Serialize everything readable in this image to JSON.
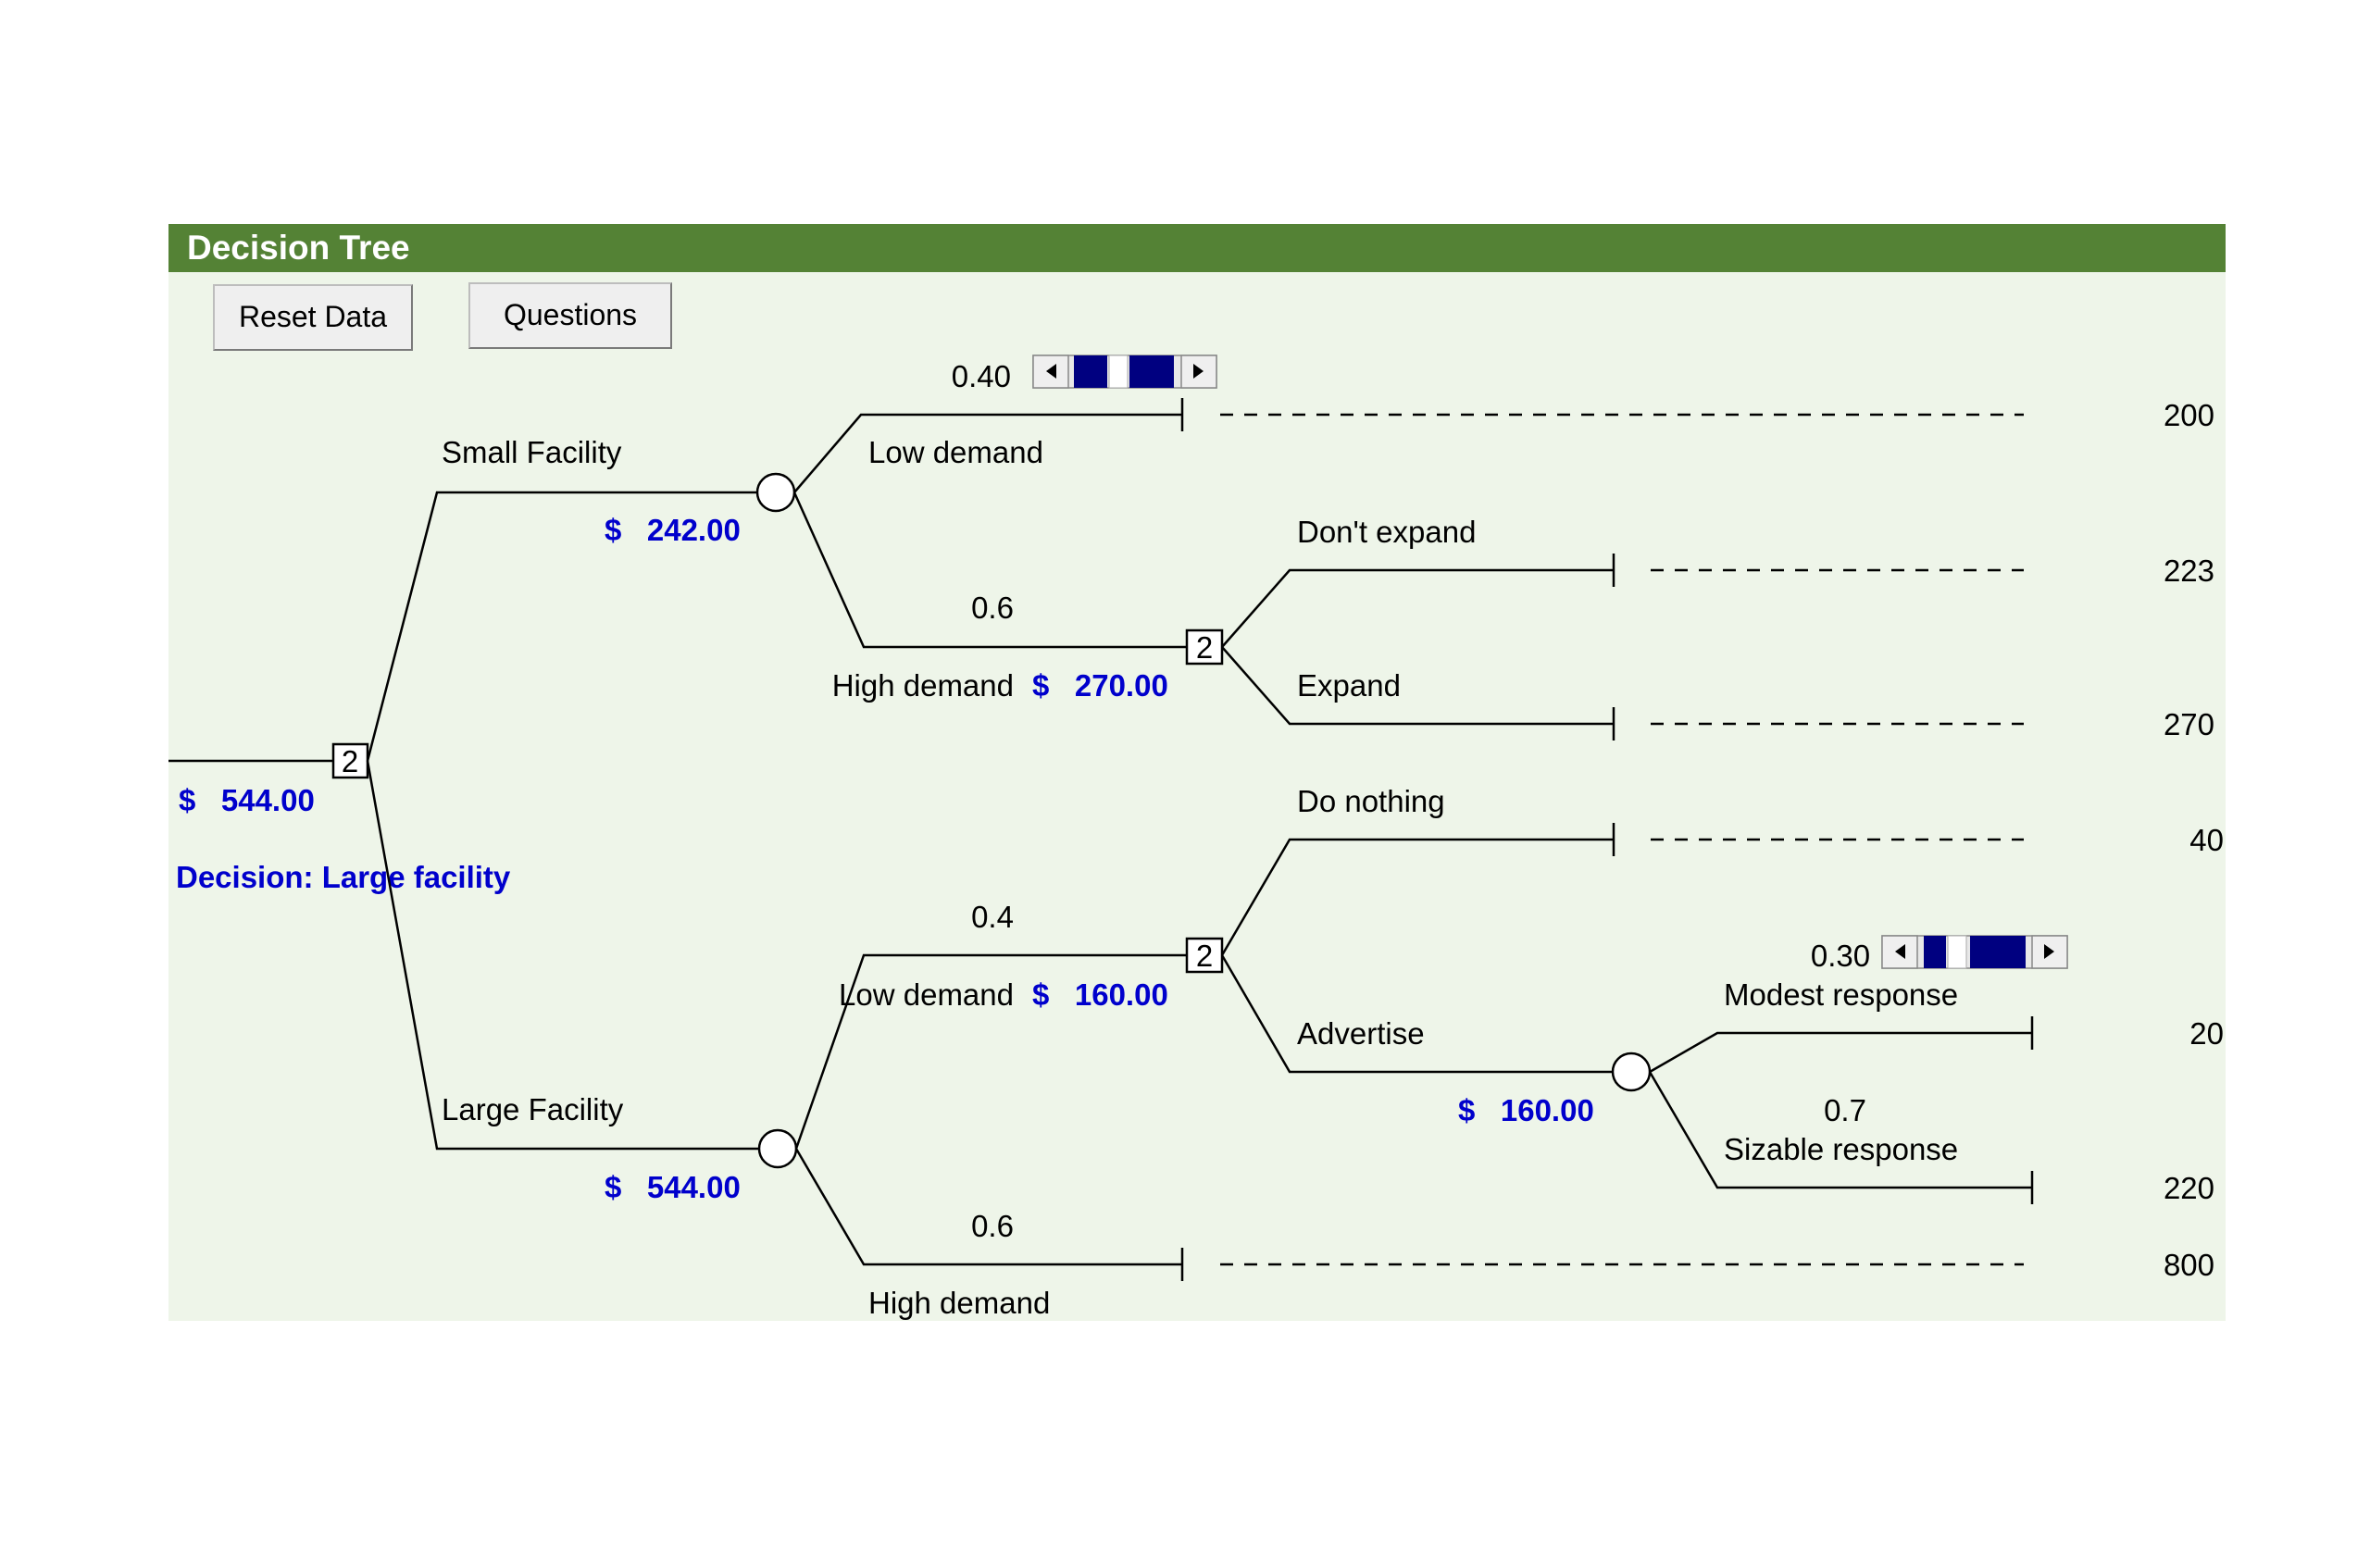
{
  "title": "Decision Tree",
  "buttons": {
    "reset": "Reset Data",
    "questions": "Questions"
  },
  "root": {
    "value": "$   544.00",
    "decision": "Decision: Large facility",
    "node_number": "2"
  },
  "small_facility": {
    "label": "Small Facility",
    "value": "$   242.00",
    "low_demand": {
      "label": "Low demand",
      "probability": "0.40",
      "payoff": "200",
      "slider_level": 0.4
    },
    "high_demand": {
      "label": "High demand",
      "probability": "0.6",
      "value": "$   270.00",
      "node_number": "2",
      "dont_expand": {
        "label": "Don't expand",
        "payoff": "223"
      },
      "expand": {
        "label": "Expand",
        "payoff": "270"
      }
    }
  },
  "large_facility": {
    "label": "Large Facility",
    "value": "$   544.00",
    "low_demand": {
      "label": "Low demand",
      "probability": "0.4",
      "value": "$   160.00",
      "node_number": "2",
      "do_nothing": {
        "label": "Do nothing",
        "payoff": "40"
      },
      "advertise": {
        "label": "Advertise",
        "value": "$   160.00",
        "modest": {
          "label": "Modest response",
          "probability": "0.30",
          "payoff": "20",
          "slider_level": 0.3
        },
        "sizable": {
          "label": "Sizable response",
          "probability": "0.7",
          "payoff": "220"
        }
      }
    },
    "high_demand": {
      "label": "High demand",
      "probability": "0.6",
      "payoff": "800"
    }
  },
  "colors": {
    "title_bar": "#548235",
    "panel": "#eef5e9",
    "value_text": "#0000cc",
    "slider_fill": "#000080"
  }
}
